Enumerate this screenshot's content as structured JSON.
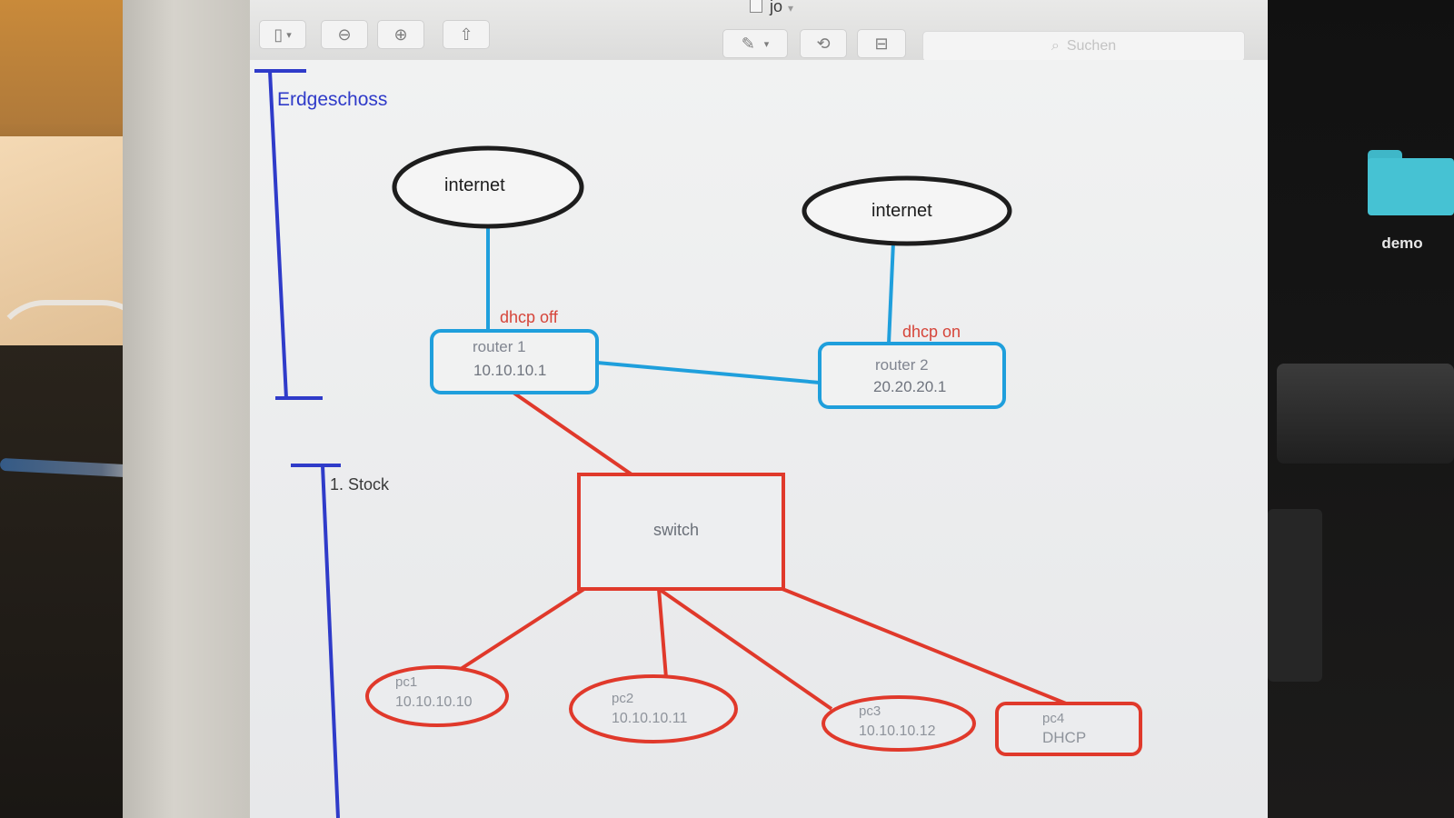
{
  "window": {
    "title": "jo"
  },
  "toolbar": {
    "sidebar_icon": "sidebar-icon",
    "zoom_out_icon": "zoom-out-icon",
    "zoom_in_icon": "zoom-in-icon",
    "share_icon": "share-icon",
    "markup_icon": "pen-icon",
    "rotate_icon": "rotate-icon",
    "toolbox_icon": "toolbox-icon",
    "search_placeholder": "Suchen"
  },
  "desktop": {
    "folder_label": "demo"
  },
  "diagram": {
    "sections": [
      {
        "label": "Erdgeschoss",
        "color": "#2f3bc9"
      },
      {
        "label": "1. Stock",
        "color": "#2f3bc9"
      }
    ],
    "internet_nodes": [
      {
        "label": "internet"
      },
      {
        "label": "internet"
      }
    ],
    "routers": [
      {
        "name": "router 1",
        "ip": "10.10.10.1",
        "dhcp": "dhcp off"
      },
      {
        "name": "router 2",
        "ip": "20.20.20.1",
        "dhcp": "dhcp on"
      }
    ],
    "switch": {
      "label": "switch"
    },
    "pcs": [
      {
        "name": "pc1",
        "ip": "10.10.10.10"
      },
      {
        "name": "pc2",
        "ip": "10.10.10.11"
      },
      {
        "name": "pc3",
        "ip": "10.10.10.12"
      },
      {
        "name": "pc4",
        "ip": "DHCP"
      }
    ],
    "colors": {
      "internet": "#1d1d1d",
      "router_link": "#1f9fdc",
      "lan": "#e0392b",
      "dhcp_text": "#d6453a",
      "section": "#2f3bc9"
    }
  }
}
